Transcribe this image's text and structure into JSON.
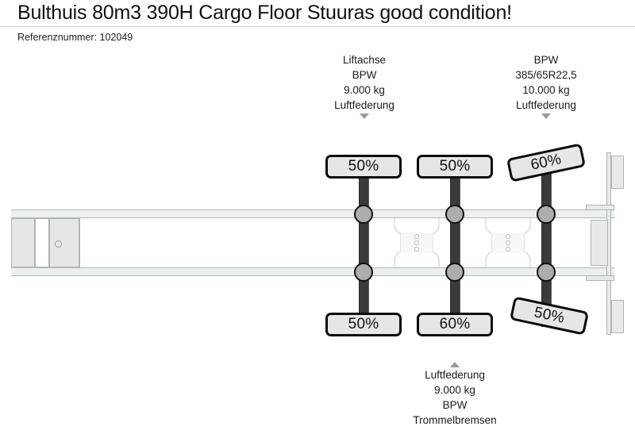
{
  "header": {
    "title": "Bulthuis 80m3 390H Cargo Floor Stuuras good condition!",
    "reference_label": "Referenznummer: 102049"
  },
  "diagram": {
    "type": "trailer-axle-schematic",
    "colors": {
      "badge_fill": "#e6e6e6",
      "badge_border": "#0c0c0c",
      "axle_bar": "#3a3a3a",
      "hub_fill": "#adadad",
      "chassis_fill": "#eceff0",
      "chassis_border": "#b3b7b8",
      "arrow": "#9a9a9a",
      "text": "#1a1a1a"
    },
    "spec_blocks": [
      {
        "id": "lift-axle-spec",
        "position": "top-left-group",
        "lines": [
          "Liftachse",
          "BPW",
          "9.000 kg",
          "Luftfederung"
        ],
        "arrow": "down"
      },
      {
        "id": "rear-axle-spec",
        "position": "top-right-group",
        "lines": [
          "BPW",
          "385/65R22,5",
          "10.000 kg",
          "Luftfederung"
        ],
        "arrow": "down"
      },
      {
        "id": "bottom-axle-spec",
        "position": "bottom-center-group",
        "lines": [
          "Luftfederung",
          "9.000 kg",
          "BPW",
          "Trommelbremsen"
        ],
        "arrow": "up"
      }
    ],
    "axles": [
      {
        "id": "axle-1",
        "top_badge": "50%",
        "bottom_badge": "50%",
        "top_badge_rotation": 0,
        "bottom_badge_rotation": 0
      },
      {
        "id": "axle-2",
        "top_badge": "50%",
        "bottom_badge": "60%",
        "top_badge_rotation": 0,
        "bottom_badge_rotation": 0
      },
      {
        "id": "axle-3",
        "top_badge": "60%",
        "bottom_badge": "50%",
        "top_badge_rotation": -12,
        "bottom_badge_rotation": 12
      }
    ]
  }
}
